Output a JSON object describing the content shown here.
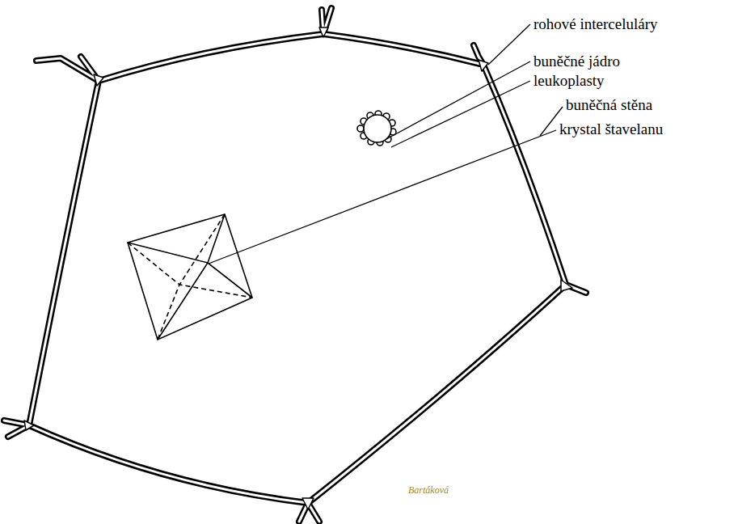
{
  "diagram": {
    "labels": [
      "rohové interceluláry",
      "buněčné jádro",
      "leukoplasty",
      "buněčná stěna",
      "krystal štavelanu",
      "Bartáková"
    ]
  }
}
